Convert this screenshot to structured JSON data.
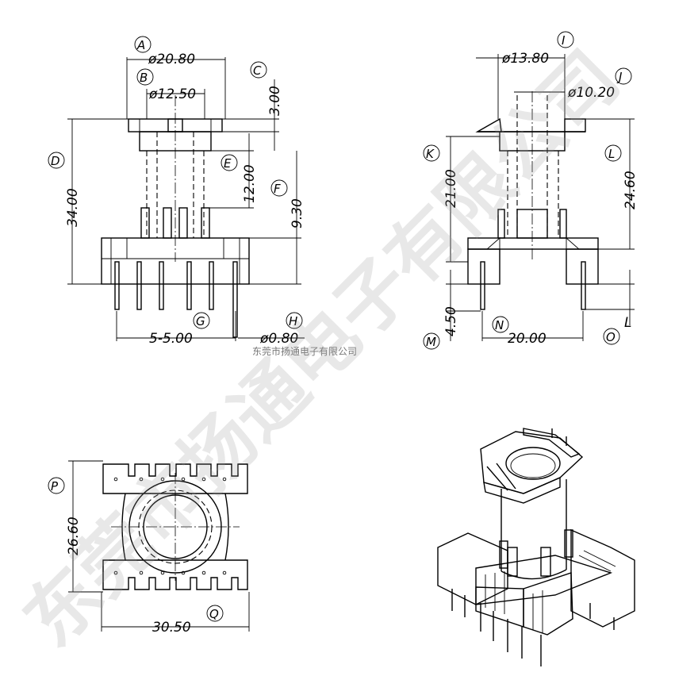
{
  "company": "东莞市扬通电子有限公司",
  "watermark": "东莞市扬通电子有限公司",
  "labels": {
    "A": "A",
    "B": "B",
    "C": "C",
    "D": "D",
    "E": "E",
    "F": "F",
    "G": "G",
    "H": "H",
    "I": "I",
    "J": "J",
    "K": "K",
    "L": "L",
    "M": "M",
    "N": "N",
    "O": "O",
    "P": "P",
    "Q": "Q"
  },
  "dims": {
    "A": "ø20.80",
    "B": "ø12.50",
    "C": "3.00",
    "D": "34.00",
    "E": "12.00",
    "F": "9.30",
    "G": "5-5.00",
    "H": "ø0.80",
    "I": "ø13.80",
    "J": "ø10.20",
    "K": "21.00",
    "L": "24.60",
    "M": "4.50",
    "N": "20.00",
    "O": "L",
    "P": "26.60",
    "Q": "30.50"
  }
}
